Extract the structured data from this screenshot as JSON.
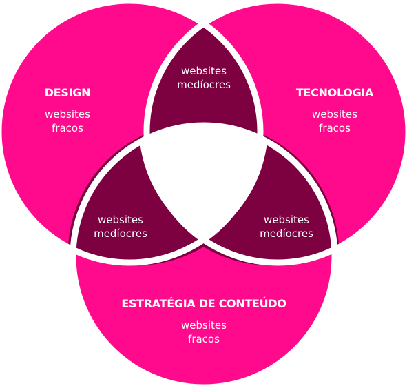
{
  "colors": {
    "circle": "#ff0a8c",
    "lens": "#7d0041",
    "center": "#ffffff",
    "text": "#ffffff"
  },
  "circles": {
    "design": {
      "title": "DESIGN",
      "line1": "websites",
      "line2": "fracos"
    },
    "tecnologia": {
      "title": "TECNOLOGIA",
      "line1": "websites",
      "line2": "fracos"
    },
    "estrategia": {
      "title": "ESTRATÉGIA DE CONTEÚDO",
      "line1": "websites",
      "line2": "fracos"
    }
  },
  "overlaps": {
    "top": {
      "line1": "websites",
      "line2": "medíocres"
    },
    "left": {
      "line1": "websites",
      "line2": "medíocres"
    },
    "right": {
      "line1": "websites",
      "line2": "medíocres"
    }
  }
}
